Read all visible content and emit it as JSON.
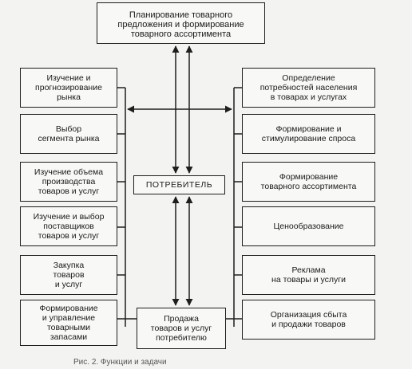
{
  "diagram": {
    "top": "Планирование товарного\nпредложения и формирование\nтоварного ассортимента",
    "center": "ПОТРЕБИТЕЛЬ",
    "bottom": "Продажа\nтоваров и услуг\nпотребителю",
    "left": [
      "Изучение и\nпрогнозирование\nрынка",
      "Выбор\nсегмента рынка",
      "Изучение объема\nпроизводства\nтоваров и услуг",
      "Изучение и выбор\nпоставщиков\nтоваров и услуг",
      "Закупка\nтоваров\nи услуг",
      "Формирование\nи управление\nтоварными\nзапасами"
    ],
    "right": [
      "Определение\nпотребностей населения\nв товарах и услугах",
      "Формирование и\nстимулирование спроса",
      "Формирование\nтоварного ассортимента",
      "Ценообразование",
      "Реклама\nна товары и услуги",
      "Организация сбыта\nи продажи товаров"
    ],
    "caption": "Рис. 2. Функции и задачи"
  }
}
